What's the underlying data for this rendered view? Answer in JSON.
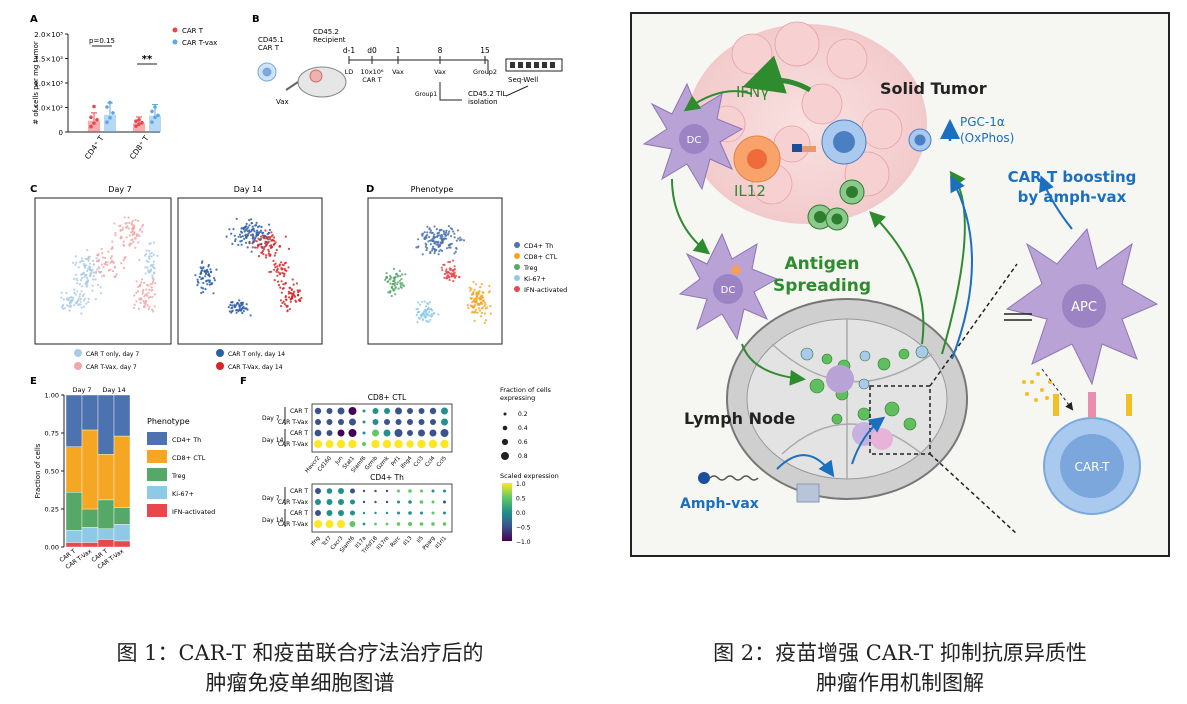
{
  "fig1": {
    "panelA": {
      "letter": "A",
      "ylabel": "# of cells per mg tumor",
      "yticks": [
        "0",
        "5.0×10²",
        "1.0×10³",
        "1.5×10³",
        "2.0×10³"
      ],
      "categories": [
        "CD4⁺ T",
        "CD8⁺ T"
      ],
      "legend": [
        "CAR T",
        "CAR T-vax"
      ],
      "pvalue": "p=0.15",
      "sig": "**",
      "colors": {
        "cart": "#e8474c",
        "vax": "#5aa9e6"
      }
    },
    "panelB": {
      "letter": "B",
      "donor": "CD45.1\nCAR T",
      "recipient": "CD45.2\nRecipient",
      "vax": "Vax",
      "timeline": [
        "d-1",
        "d0",
        "1",
        "8",
        "15"
      ],
      "below": [
        "LD",
        "10x10⁶\nCAR T",
        "Vax",
        "Vax",
        "Group2"
      ],
      "group1": "Group1",
      "isolation": "CD45.2 TIL\nisolation",
      "seqwell": "Seq-Well"
    },
    "panelC": {
      "letter": "C",
      "titles": [
        "Day 7",
        "Day 14"
      ],
      "legend7": [
        "CAR T only, day 7",
        "CAR T-Vax, day 7"
      ],
      "legend14": [
        "CAR T only, day 14",
        "CAR T-Vax, day 14"
      ]
    },
    "panelD": {
      "letter": "D",
      "title": "Phenotype",
      "legend": [
        "CD4+ Th",
        "CD8+ CTL",
        "Treg",
        "Ki-67+",
        "IFN-activated"
      ]
    },
    "panelE": {
      "letter": "E",
      "ylabel": "Fraction of cells",
      "yticks": [
        "0.00",
        "0.25",
        "0.50",
        "0.75",
        "1.00"
      ],
      "top": [
        "Day 7",
        "Day 14"
      ],
      "xlabels": [
        "CAR T",
        "CAR T-Vax",
        "CAR T",
        "CAR T-Vax"
      ],
      "legend_title": "Phenotype",
      "legend": [
        "CD4+ Th",
        "CD8+ CTL",
        "Treg",
        "Ki-67+",
        "IFN-activated"
      ]
    },
    "panelF": {
      "letter": "F",
      "ctl_title": "CD8+ CTL",
      "th_title": "CD4+ Th",
      "rows": [
        "CAR T",
        "CAR T-Vax",
        "CAR T",
        "CAR T-Vax"
      ],
      "days": [
        "Day 7",
        "Day 14"
      ],
      "ctl_genes": [
        "Havcr2",
        "Cd160",
        "Jun",
        "Stat1",
        "Slamf6",
        "Gzmb",
        "Gzmk",
        "Prf1",
        "Ifng4",
        "Ccl3",
        "Ccl4",
        "Ccl5"
      ],
      "th_genes": [
        "Ifng",
        "Tcf7",
        "Cxcr3",
        "Slamf6",
        "Il17a",
        "Tnfsf18",
        "Il17re",
        "Rorc",
        "Il13",
        "Il5",
        "Pparg",
        "Il1rl1"
      ],
      "frac_title": "Fraction of cells\nexpressing",
      "frac_ticks": [
        "0.2",
        "0.4",
        "0.6",
        "0.8"
      ],
      "scaled_title": "Scaled expression",
      "scaled_ticks": [
        "1.0",
        "0.5",
        "0.0",
        "−0.5",
        "−1.0"
      ]
    },
    "colors": {
      "cd4": "#4c72b0",
      "cd8": "#f5a623",
      "treg": "#55a868",
      "ki67": "#8ecae6",
      "ifn": "#e8474c",
      "pink": "#f2a7a9",
      "lightblue": "#a9cbe8",
      "blue": "#2b5fa8",
      "red": "#d62728"
    }
  },
  "fig2": {
    "ifng": "IFNγ",
    "il12": "IL12",
    "solid_tumor": "Solid Tumor",
    "pgc": "PGC-1α\n(OxPhos)",
    "boost": "CAR T boosting\nby amph-vax",
    "antigen": "Antigen\nSpreading",
    "lymph": "Lymph Node",
    "amph": "Amph-vax",
    "dc": "DC",
    "apc": "APC",
    "cart": "CAR-T",
    "colors": {
      "green": "#2e8b2e",
      "blue": "#1b6fbf",
      "purple": "#b9a3d6",
      "tumor": "#f4c6c6"
    }
  },
  "captions": {
    "fig1": [
      "图 1：CAR-T 和疫苗联合疗法治疗后的",
      "肿瘤免疫单细胞图谱"
    ],
    "fig2": [
      "图 2：疫苗增强 CAR-T 抑制抗原异质性",
      "肿瘤作用机制图解"
    ]
  }
}
